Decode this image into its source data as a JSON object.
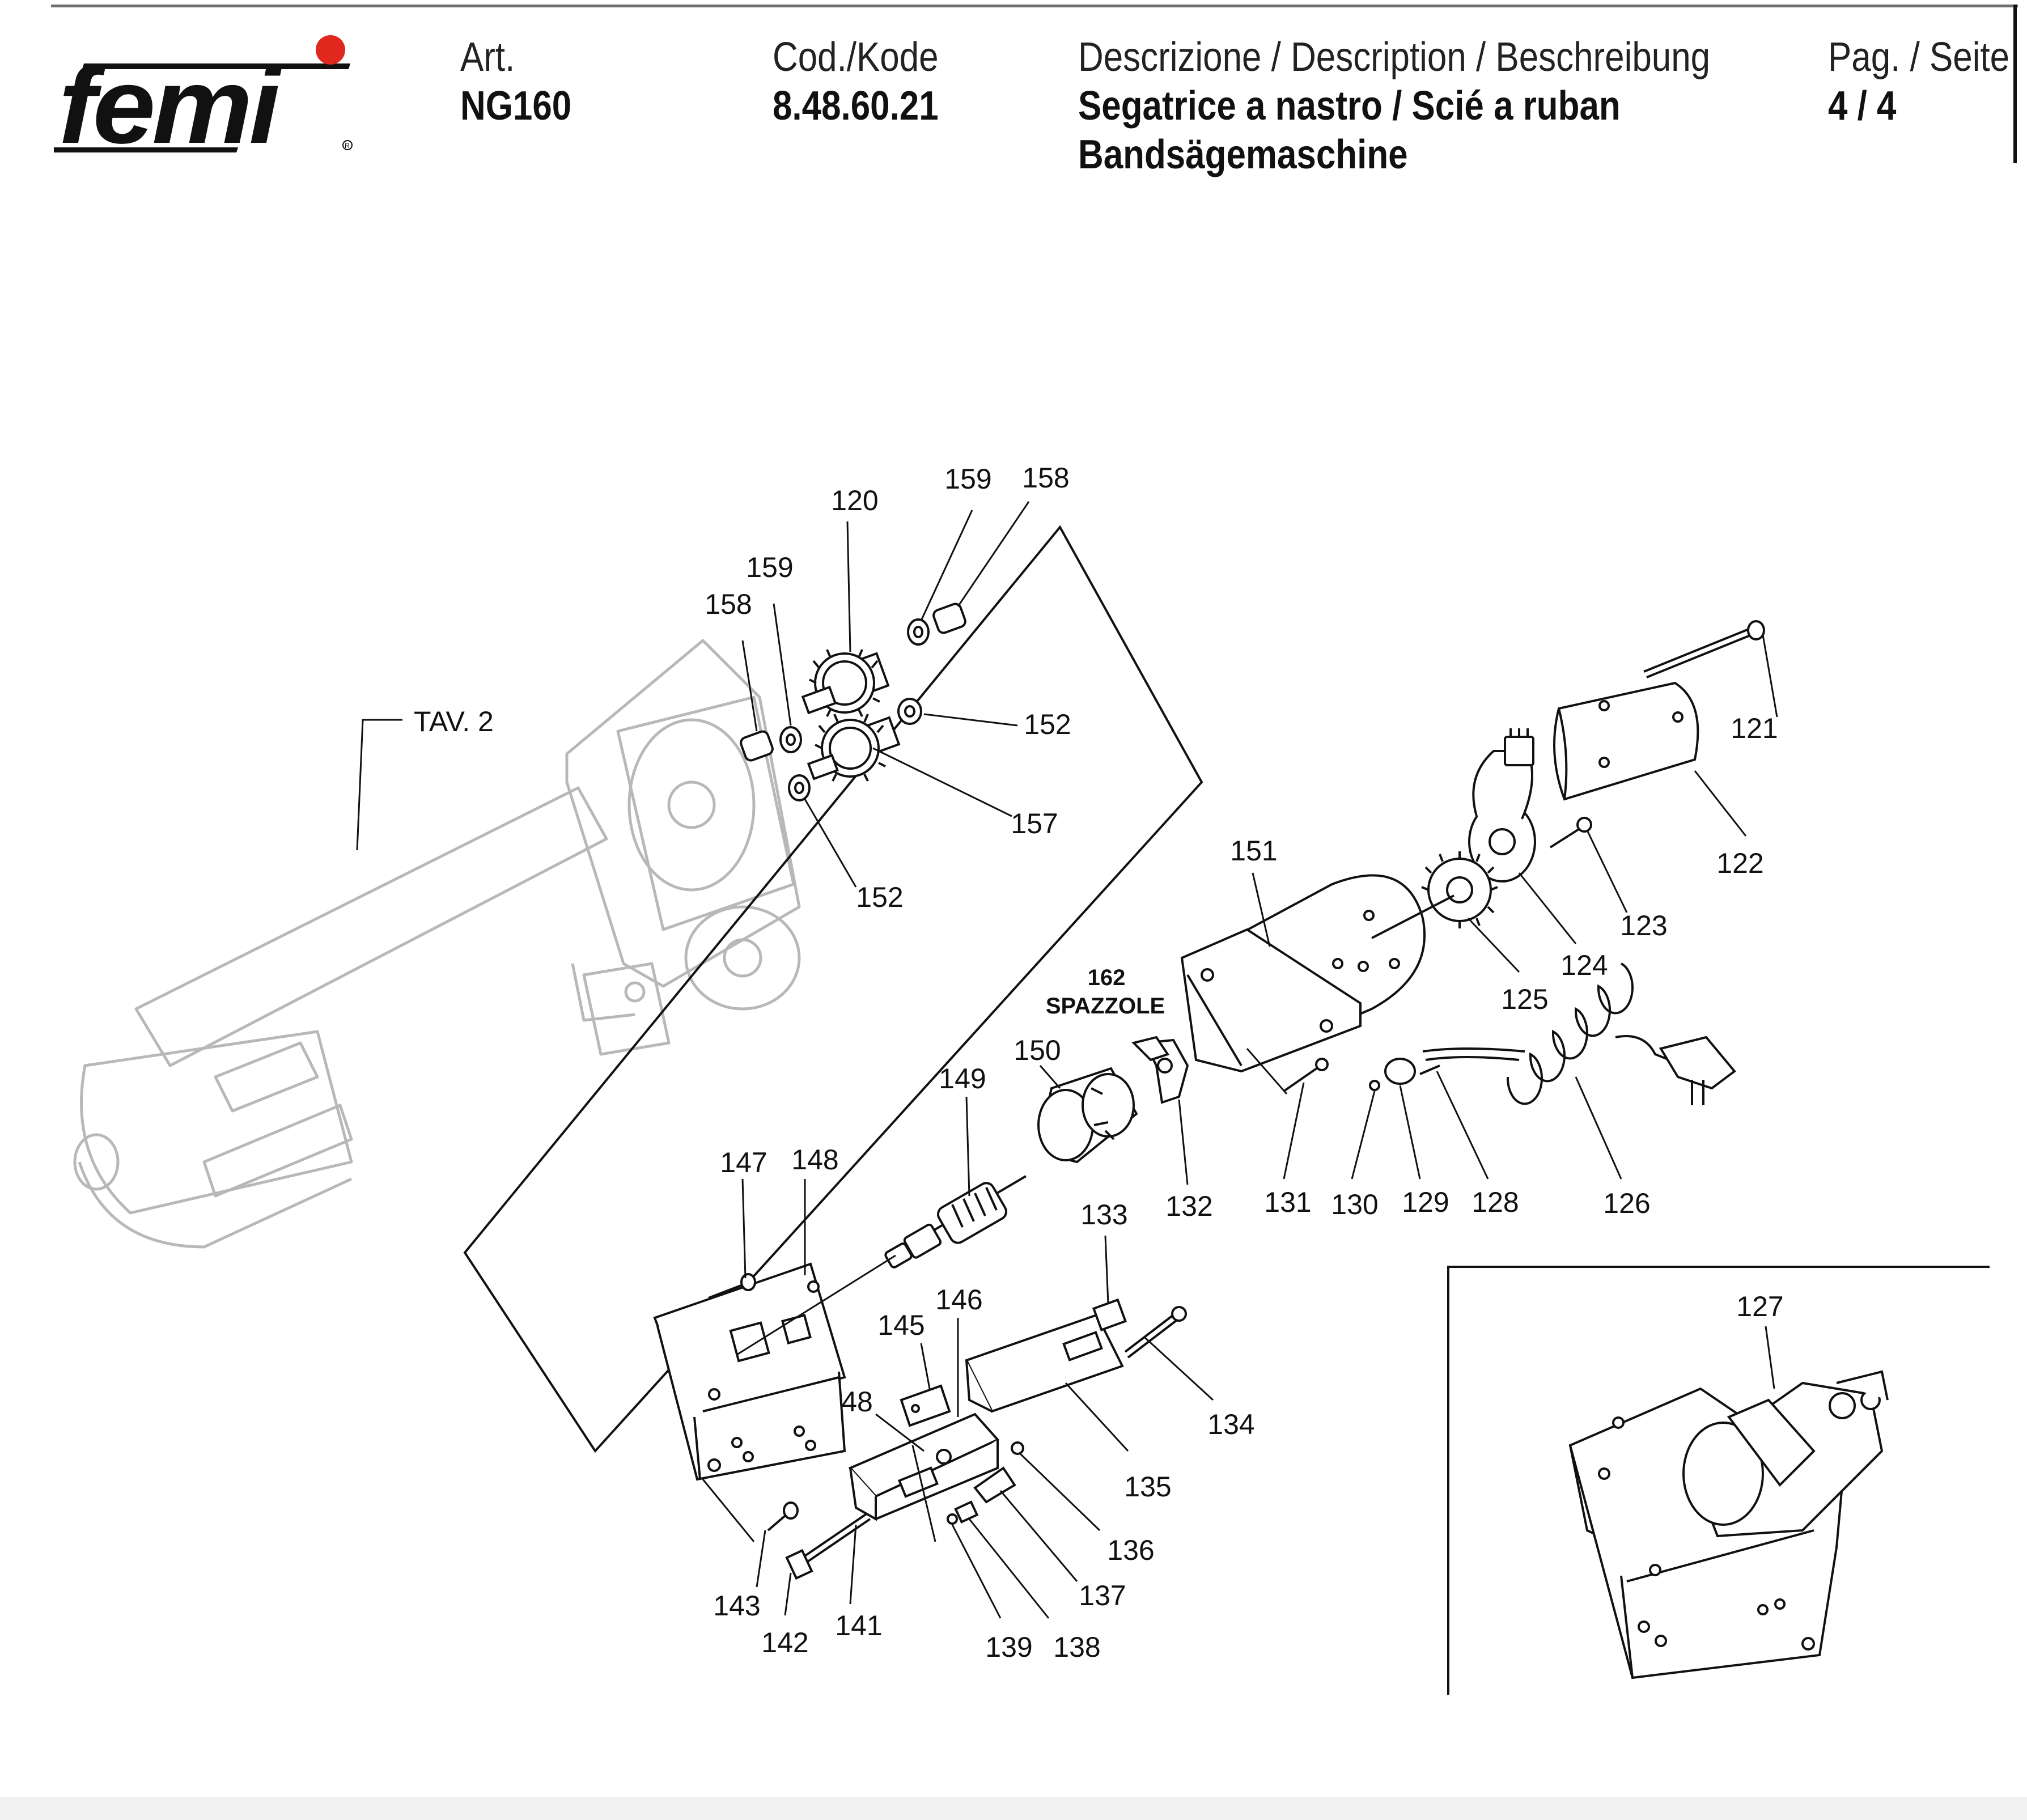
{
  "header": {
    "logo_text": "femi",
    "art_label": "Art.",
    "art_value": "NG160",
    "code_label": "Cod./Kode",
    "code_value": "8.48.60.21",
    "desc_label": "Descrizione / Description / Beschreibung",
    "desc_line1": "Segatrice a nastro / Scié a ruban",
    "desc_line2": "Bandsägemaschine",
    "page_label": "Pag. / Seite",
    "page_value": "4 / 4"
  },
  "diagram": {
    "reference_label": "TAV. 2",
    "brushes_number": "162",
    "brushes_label": "SPAZZOLE",
    "part_numbers": {
      "p120": "120",
      "p159a": "159",
      "p158a": "158",
      "p159b": "159",
      "p158b": "158",
      "p152a": "152",
      "p157": "157",
      "p152b": "152",
      "p121": "121",
      "p122": "122",
      "p123": "123",
      "p124": "124",
      "p125": "125",
      "p151": "151",
      "p150": "150",
      "p149": "149",
      "p132": "132",
      "p131": "131",
      "p130": "130",
      "p129": "129",
      "p128": "128",
      "p126": "126",
      "p147": "147",
      "p148": "148",
      "p133": "133",
      "p146": "146",
      "p145": "145",
      "p48": "48",
      "p134": "134",
      "p135": "135",
      "p136": "136",
      "p137": "137",
      "p143": "143",
      "p142": "142",
      "p141": "141",
      "p139": "139",
      "p138": "138",
      "p127": "127"
    }
  },
  "colors": {
    "accent_dot": "#e0281e",
    "ink": "#111111",
    "ghost_lines": "#b8b8b8"
  }
}
